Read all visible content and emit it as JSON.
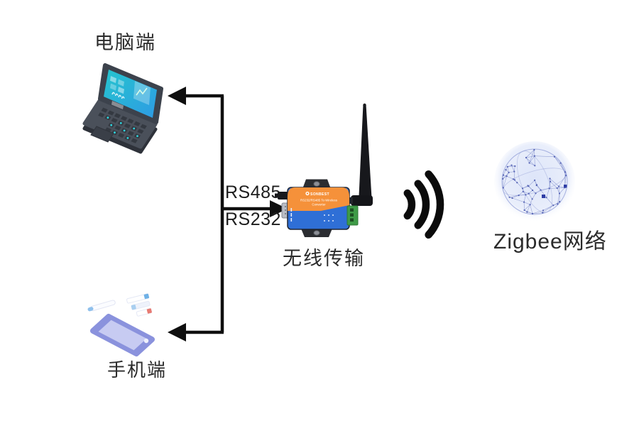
{
  "diagram": {
    "nodes": {
      "computer": {
        "label": "电脑端"
      },
      "phone": {
        "label": "手机端"
      },
      "converter": {
        "label": "无线传输",
        "brand": "SONBEST",
        "device_line1": "RS232/RS485 To Wireless",
        "device_line2": "Converter"
      },
      "network": {
        "label": "Zigbee网络"
      }
    },
    "connections": {
      "protocol_top": "RS485",
      "protocol_bottom": "RS232"
    },
    "colors": {
      "line": "#0f0f0f",
      "device_orange": "#f5913a",
      "device_blue": "#2f6fd6",
      "laptop_screen_teal": "#25c5ce",
      "laptop_screen_blue": "#2e9be4",
      "phone_body": "#8a92dd",
      "globe_line": "#7d8bca",
      "text": "#2b2b2b"
    }
  }
}
